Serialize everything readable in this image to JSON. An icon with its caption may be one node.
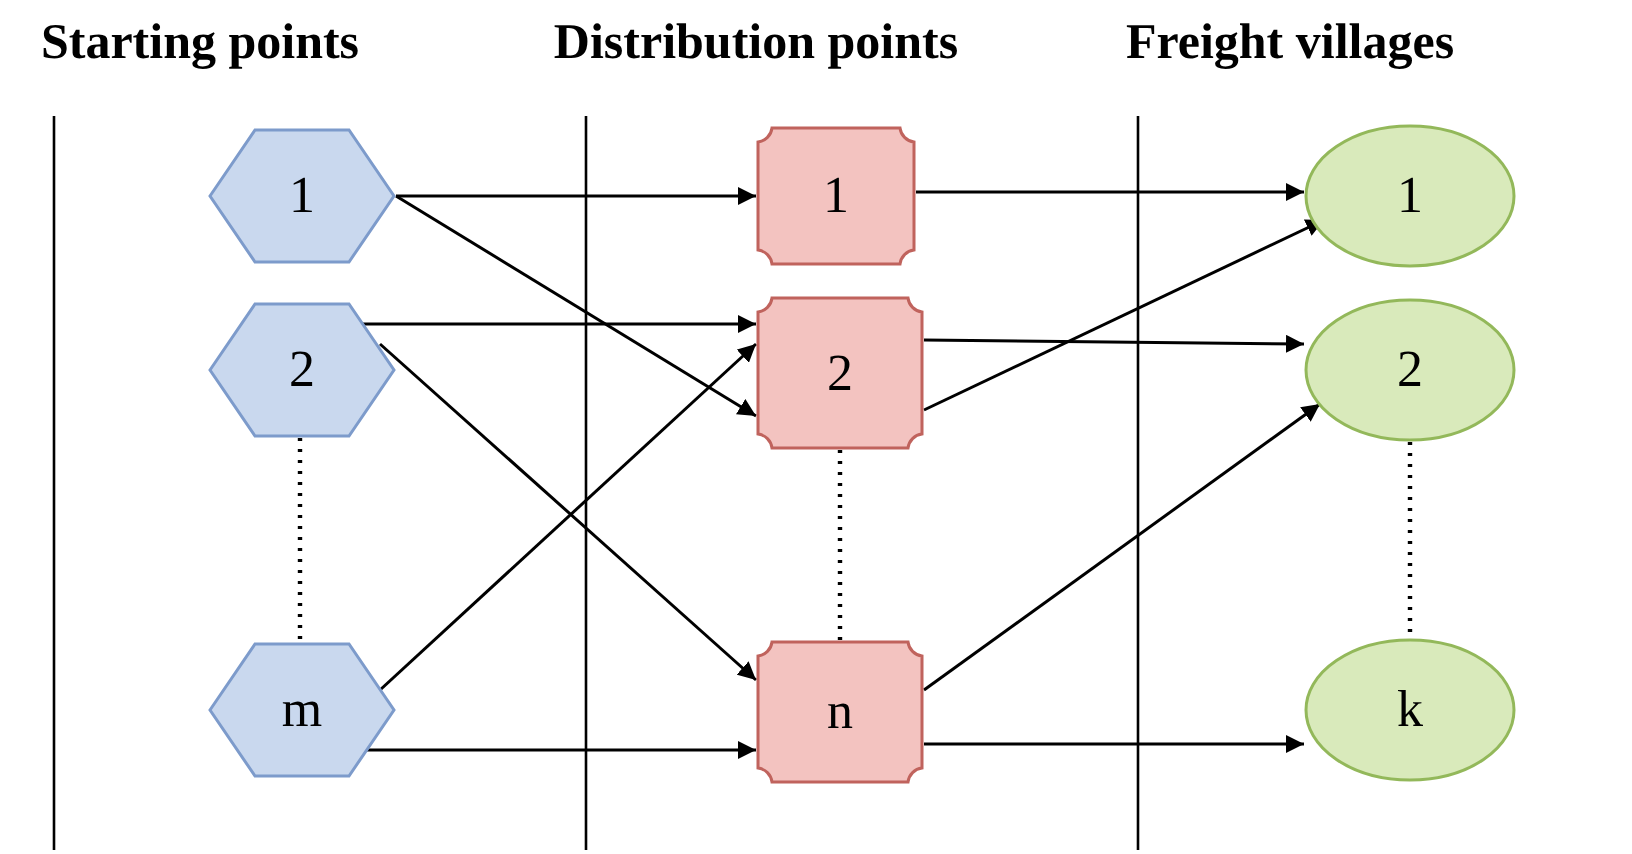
{
  "diagram": {
    "nodes": [
      {
        "text": [
          "1"
        ]
      },
      {
        "text": [
          "2"
        ]
      },
      {
        "text": [
          "m"
        ]
      },
      {
        "text": [
          "1"
        ]
      },
      {
        "text": [
          "2"
        ]
      },
      {
        "text": [
          "n"
        ]
      },
      {
        "text": [
          "1"
        ]
      },
      {
        "text": [
          "2"
        ]
      },
      {
        "text": [
          "k"
        ]
      }
    ],
    "edges": [
      {
        "from": 0,
        "to": 3,
        "arrow": "to"
      },
      {
        "from": 0,
        "to": 4,
        "arrow": "to"
      },
      {
        "from": 1,
        "to": 4,
        "arrow": "to"
      },
      {
        "from": 1,
        "to": 5,
        "arrow": "to"
      },
      {
        "from": 2,
        "to": 4,
        "arrow": "to"
      },
      {
        "from": 2,
        "to": 5,
        "arrow": "to"
      },
      {
        "from": 3,
        "to": 6,
        "arrow": "to"
      },
      {
        "from": 4,
        "to": 6,
        "arrow": "to"
      },
      {
        "from": 4,
        "to": 7,
        "arrow": "to"
      },
      {
        "from": 5,
        "to": 7,
        "arrow": "to"
      },
      {
        "from": 5,
        "to": 8,
        "arrow": "to"
      },
      {
        "from": 1,
        "to": 2,
        "arrow": "none",
        "style": "dashed"
      },
      {
        "from": 4,
        "to": 5,
        "arrow": "none",
        "style": "dashed"
      },
      {
        "from": 7,
        "to": 8,
        "arrow": "none",
        "style": "dashed"
      }
    ],
    "labels": [
      "Starting points",
      "Distribution points",
      "Freight villages"
    ]
  }
}
